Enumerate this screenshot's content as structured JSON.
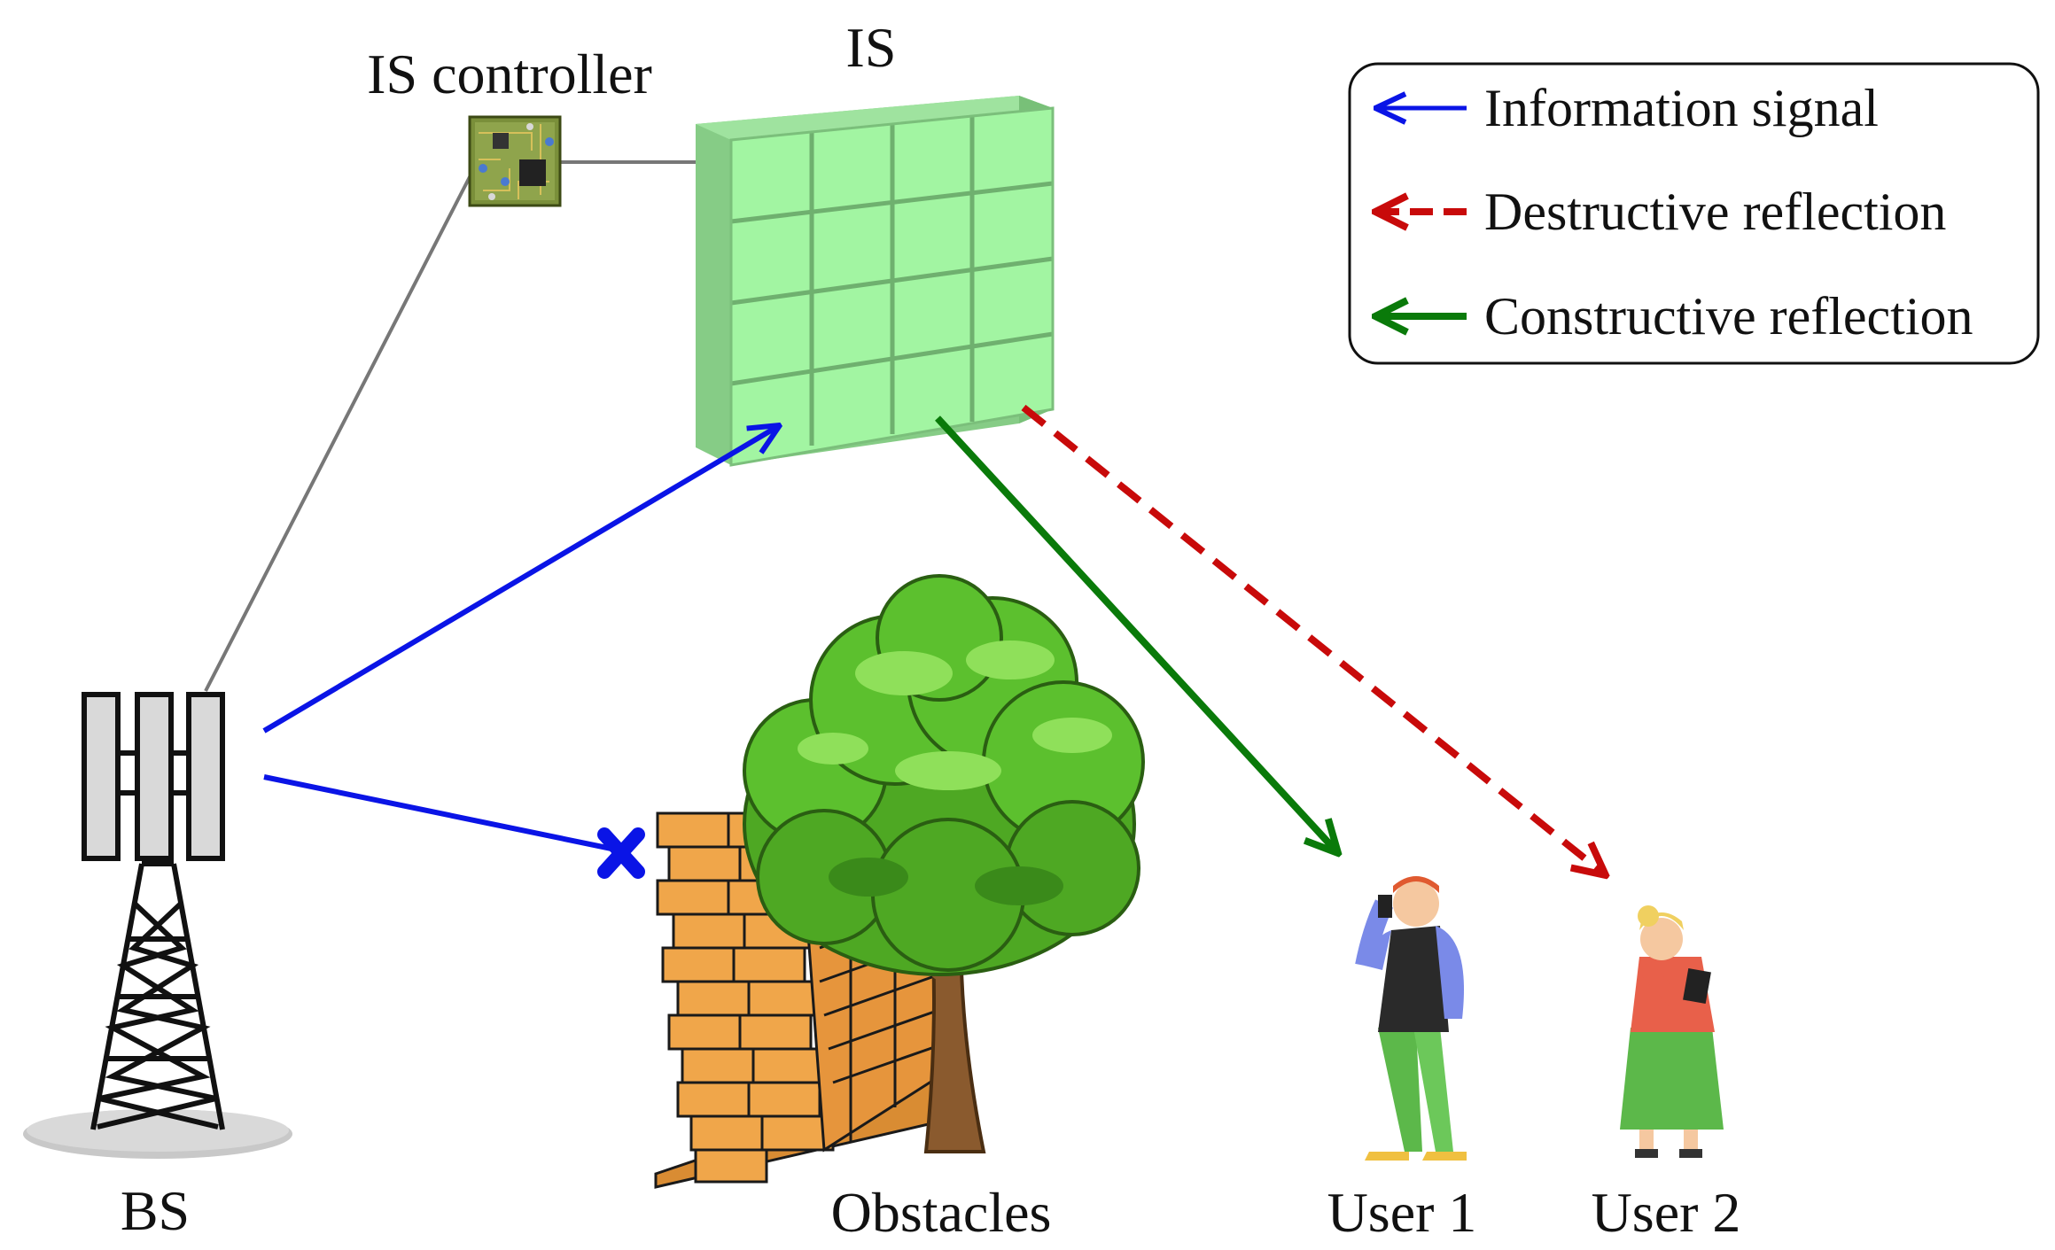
{
  "labels": {
    "base_station": "BS",
    "controller": "IS controller",
    "surface": "IS",
    "obstacles": "Obstacles",
    "user1": "User 1",
    "user2": "User 2"
  },
  "legend": {
    "items": [
      {
        "label": "Information signal",
        "color": "#0a14e6",
        "style": "solid"
      },
      {
        "label": "Destructive reflection",
        "color": "#c80a0a",
        "style": "dashed"
      },
      {
        "label": "Constructive reflection",
        "color": "#0a7a0a",
        "style": "solid"
      }
    ]
  },
  "colors": {
    "information": "#0a14e6",
    "destructive": "#c80a0a",
    "constructive": "#0a7a0a",
    "surface_face": "#a2f5a2",
    "surface_side": "#86cc86",
    "surface_grid": "#6fb06f",
    "brick": "#f0a64a",
    "foliage": "#5cc02e",
    "control_wire": "#777777"
  },
  "icons": {
    "base_station": "cell-tower-icon",
    "controller": "circuit-board-icon",
    "blocked": "x-mark-icon",
    "wall": "brick-wall-icon",
    "tree": "tree-icon",
    "user1": "person-phone-icon",
    "user2": "person-tablet-icon"
  }
}
